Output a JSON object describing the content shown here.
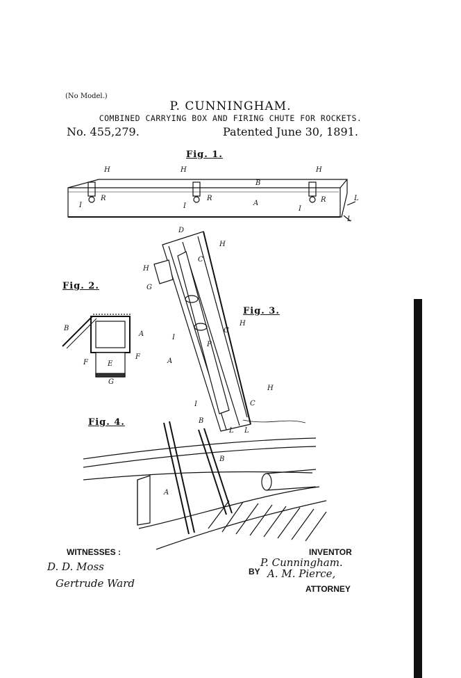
{
  "header": {
    "no_model": "(No Model.)",
    "inventor_name": "P. CUNNINGHAM.",
    "title": "COMBINED CARRYING BOX AND FIRING CHUTE FOR ROCKETS.",
    "patent_no": "No. 455,279.",
    "patented": "Patented June 30, 1891."
  },
  "figures": {
    "fig1": "Fig. 1.",
    "fig2": "Fig. 2.",
    "fig3": "Fig. 3.",
    "fig4": "Fig. 4."
  },
  "refs": {
    "H": "H",
    "B": "B",
    "A": "A",
    "R": "R",
    "I": "I",
    "L": "L",
    "D": "D",
    "C": "C",
    "G": "G",
    "E": "E",
    "F": "F",
    "P": "P"
  },
  "footer": {
    "witnesses_label": "WITNESSES :",
    "witness1": "D. D. Moss",
    "witness2": "Gertrude Ward",
    "inventor_label": "INVENTOR",
    "inventor_sig": "P. Cunningham.",
    "by_label": "BY",
    "attorney_sig": "A. M. Pierce,",
    "attorney_label": "ATTORNEY"
  }
}
